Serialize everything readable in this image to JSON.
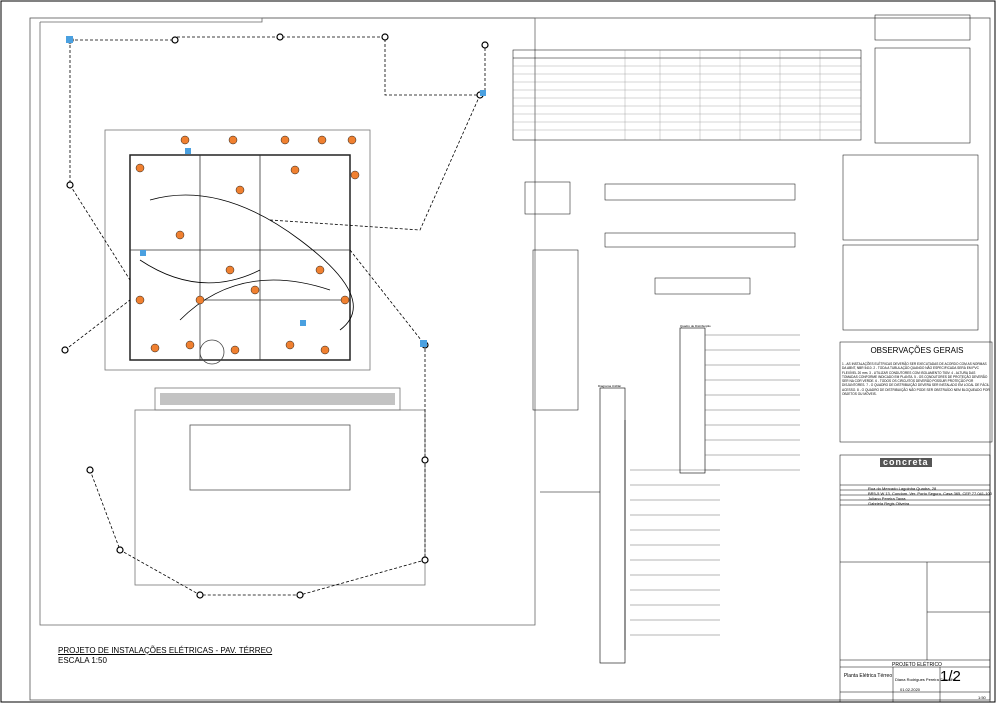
{
  "drawing": {
    "title": "PROJETO DE INSTALAÇÕES ELÉTRICAS - PAV. TÉRREO",
    "scale": "ESCALA 1:50"
  },
  "observations": {
    "title": "OBSERVAÇÕES GERAIS",
    "text": "1 - AS INSTALAÇÕES ELÉTRICAS DEVERÃO SER EXECUTADAS DE ACORDO COM AS NORMAS DA ABNT, NBR 5410. 2 - TODA A TUBULAÇÃO QUANDO NÃO ESPECIFICADA SERÁ EM PVC FLEXÍVEL 20 mm. 3 - UTILIZAR CONDUTORES COM ISOLAMENTO 750V. 4 - ALTURA DAS TOMADAS CONFORME INDICADO EM PLANTA. 5 - OS CONDUTORES DE PROTEÇÃO DEVERÃO SER NA COR VERDE. 6 - TODOS OS CIRCUITOS DEVERÃO POSSUIR PROTEÇÃO POR DISJUNTORES. 7 - O QUADRO DE DISTRIBUIÇÃO DEVERÁ SER INSTALADO EM LOCAL DE FÁCIL ACESSO. 8 - O QUADRO DE DISTRIBUIÇÃO NÃO PODE SER OBSTRUÍDO NEM BLOQUEADO POR OBJETOS OU MÓVEIS."
  },
  "title_block": {
    "company": "concreta",
    "address_line": "Rua do Mercado Lagoinha Quadra, 28",
    "location": "BR5-5 W 13, Condom. Ver. Porto Seguro, Casa 365, CEP 77.041-100",
    "owner": "Juliano Pereira Tavra",
    "responsible": "Gabriela Regis Oliveira",
    "project_type": "PROJETO ELÉTRICO",
    "sheet_name": "Planta Elétrica Térreo",
    "author": "Diana Rodrigues Pereira Carvalho",
    "date": "01.02.2020",
    "sheet_number": "1/2",
    "scale": "1:50"
  },
  "diagrams": {
    "unifilar_title": "Diagrama Unifilar",
    "multifilar_title": "Quadro de Distribuição"
  }
}
